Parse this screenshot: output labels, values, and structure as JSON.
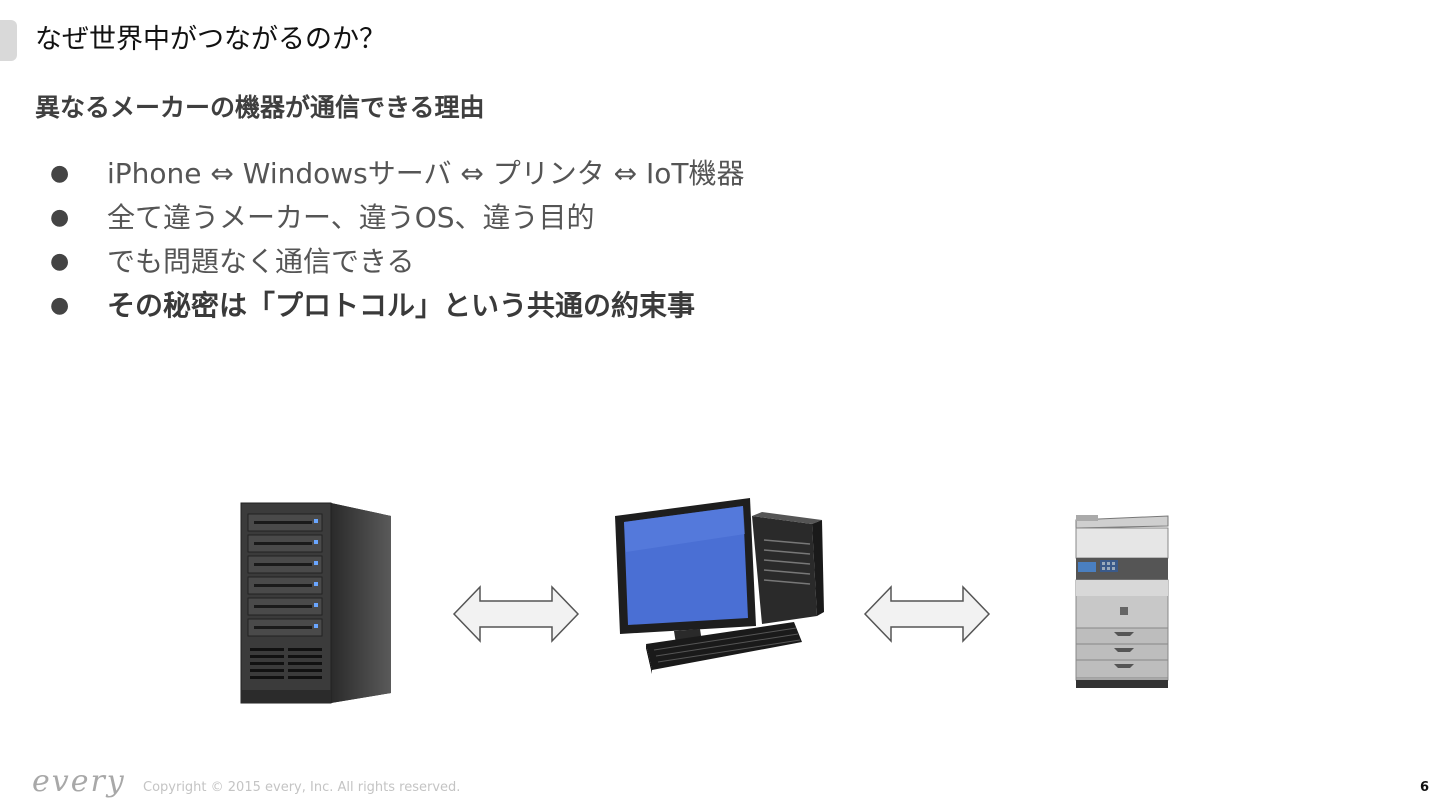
{
  "slide": {
    "title": "なぜ世界中がつながるのか？",
    "subtitle": "異なるメーカーの機器が通信できる理由",
    "bullet_marker": "●",
    "bullets": [
      {
        "text": "iPhone ⇔ Windowsサーバ ⇔ プリンタ ⇔ IoT機器"
      },
      {
        "text": "全て違うメーカー、違うOS、違う目的"
      },
      {
        "text": "でも問題なく通信できる"
      },
      {
        "text": "その秘密は「プロトコル」という共通の約束事"
      }
    ]
  },
  "footer": {
    "logo": "every",
    "copyright": "Copyright © 2015 every, Inc. All rights reserved.",
    "page_number": "6"
  },
  "colors": {
    "screen": "#4a6fd4",
    "server_body": "#3a3a3a",
    "arrow_fill": "#f2f2f2",
    "arrow_stroke": "#555555",
    "printer_body": "#c8c8c8"
  },
  "illustration": {
    "items": [
      "server-icon",
      "double-arrow-icon",
      "desktop-pc-icon",
      "double-arrow-icon",
      "printer-icon"
    ]
  }
}
